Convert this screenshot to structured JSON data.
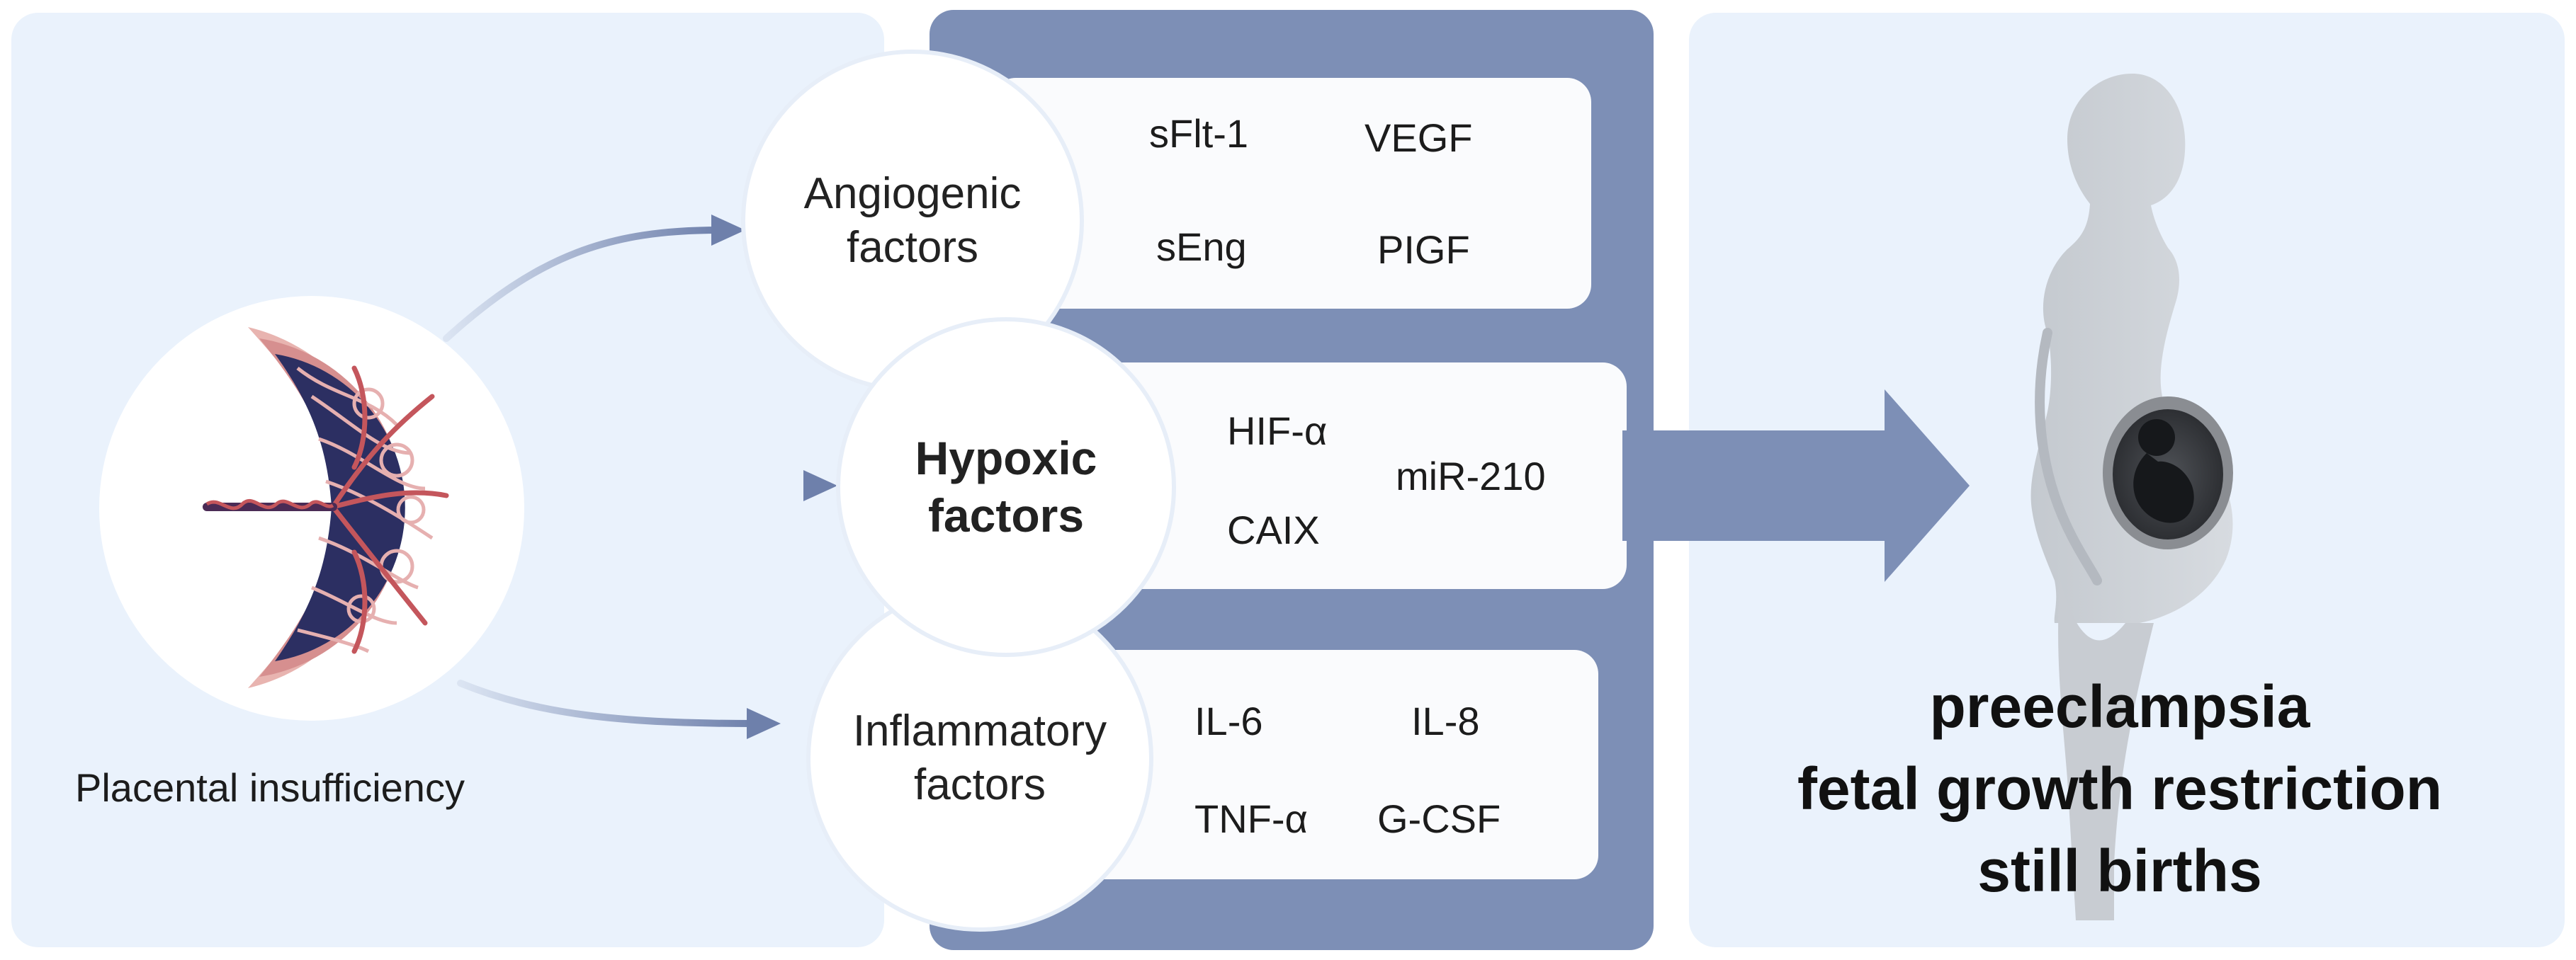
{
  "left_panel": {
    "caption": "Placental insufficiency"
  },
  "factors": [
    {
      "title_lines": [
        "Angiogenic",
        "factors"
      ],
      "markers": [
        "sFlt-1",
        "VEGF",
        "sEng",
        "PIGF"
      ]
    },
    {
      "title_lines": [
        "Hypoxic",
        "factors"
      ],
      "markers": [
        "HIF-α",
        "miR-210",
        "CAIX"
      ]
    },
    {
      "title_lines": [
        "Inflammatory",
        "factors"
      ],
      "markers": [
        "IL-6",
        "IL-8",
        "TNF-α",
        "G-CSF"
      ]
    }
  ],
  "outcomes": [
    "preeclampsia",
    "fetal growth restriction",
    "still births"
  ],
  "icons": [
    "placenta-cross-section-icon",
    "pregnant-woman-silhouette-icon",
    "fetus-icon"
  ],
  "colors": {
    "panel_background": "#eaf2fc",
    "middle_band": "#7d8fb6",
    "arrow": "#6e80ab",
    "placenta_tissue": "#d99a9a",
    "placenta_villi": "#2c2f62"
  }
}
